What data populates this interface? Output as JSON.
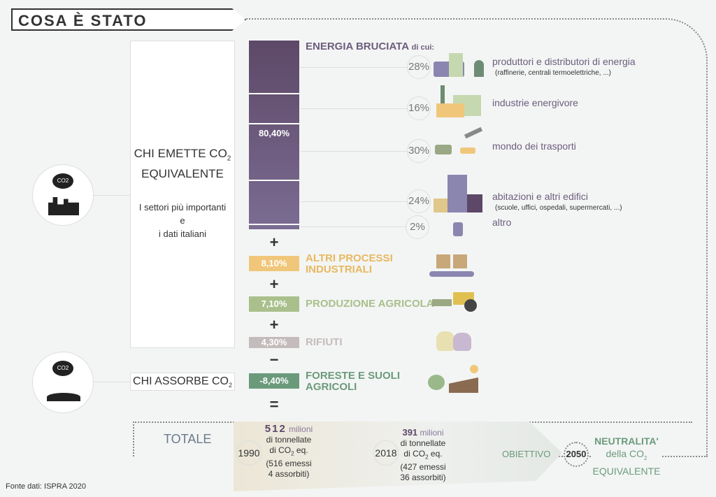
{
  "title": "COSA È STATO INDAGATO",
  "emitters": {
    "heading": "CHI EMETTE CO",
    "sub2": "2",
    "heading2": "EQUIVALENTE",
    "desc": [
      "I settori più importanti",
      "e",
      "i dati italiani"
    ]
  },
  "energy": {
    "value": "80,40%",
    "label": "ENERGIA BRUCIATA",
    "suffix": "di cui:",
    "items": [
      {
        "pct": "28%",
        "label": "produttori e distributori di energia",
        "note": "(raffinerie, centrali termoelettriche, ...)"
      },
      {
        "pct": "16%",
        "label": "industrie energivore",
        "note": ""
      },
      {
        "pct": "30%",
        "label": "mondo dei trasporti",
        "note": ""
      },
      {
        "pct": "24%",
        "label": "abitazioni e altri edifici",
        "note": "(scuole, uffici, ospedali, supermercati, ...)"
      },
      {
        "pct": "2%",
        "label": "altro",
        "note": ""
      }
    ]
  },
  "others": [
    {
      "op": "+",
      "value": "8,10%",
      "label1": "ALTRI PROCESSI",
      "label2": "INDUSTRIALI",
      "color": "#f0c77a"
    },
    {
      "op": "+",
      "value": "7,10%",
      "label1": "PRODUZIONE AGRICOLA",
      "label2": "",
      "color": "#a9c08c"
    },
    {
      "op": "+",
      "value": "4,30%",
      "label1": "RIFIUTI",
      "label2": "",
      "color": "#c4bcbc"
    },
    {
      "op": "−",
      "value": "-8,40%",
      "label1": "FORESTE E SUOLI",
      "label2": "AGRICOLI",
      "color": "#6b9a7b"
    }
  ],
  "absorbers": {
    "heading": "CHI ASSORBE CO",
    "sub2": "2"
  },
  "equals": "=",
  "total": {
    "label": "TOTALE",
    "y1990": {
      "year": "1990",
      "amount": "512",
      "unit": "milioni",
      "l1": "di tonnellate",
      "l2a": "di CO",
      "l2b": "2",
      "l2c": " eq.",
      "l3": "(516 emessi",
      "l4": "4 assorbiti)"
    },
    "y2018": {
      "year": "2018",
      "amount": "391",
      "unit": "milioni",
      "l1": "di tonnellate",
      "l2a": "di CO",
      "l2b": "2",
      "l2c": " eq.",
      "l3": "(427 emessi",
      "l4": "36 assorbiti)"
    },
    "goal": "OBIETTIVO",
    "y2050": "2050",
    "n1": "NEUTRALITA'",
    "n2a": "della CO",
    "n2b": "2",
    "n3": "EQUIVALENTE"
  },
  "source": "Fonte dati: ISPRA 2020",
  "co2_icon": "CO2"
}
